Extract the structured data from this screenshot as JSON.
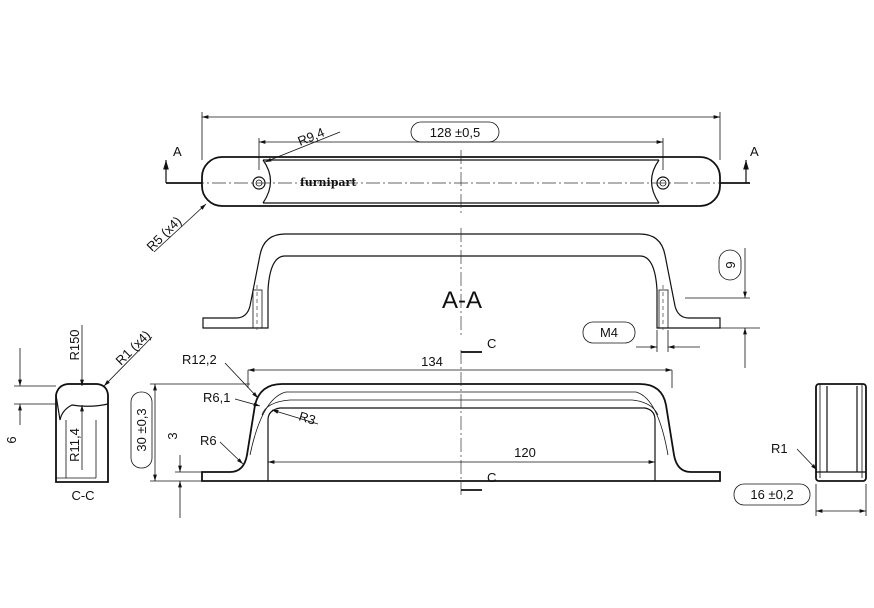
{
  "top_view": {
    "overall_dim": "",
    "hole_spacing": "128 ±0,5",
    "slot_radius": "R9,4",
    "end_radius": "R5 (x4)",
    "brand": "furnipart",
    "section_marker": "A"
  },
  "section_aa": {
    "title": "A-A",
    "height_dim": "9",
    "thread": "M4"
  },
  "side_view": {
    "length_dim": "134",
    "base_dim": "120",
    "height_dim": "30 ±0,3",
    "foot_dim": "3",
    "radii": [
      "R12,2",
      "R6,1",
      "R3",
      "R6"
    ],
    "section_marker": "C"
  },
  "section_cc": {
    "title": "C-C",
    "radii": [
      "R150",
      "R1 (x4)",
      "R11,4"
    ],
    "depth_dim": "6"
  },
  "end_view": {
    "radius": "R1",
    "width_dim": "16 ±0,2"
  }
}
